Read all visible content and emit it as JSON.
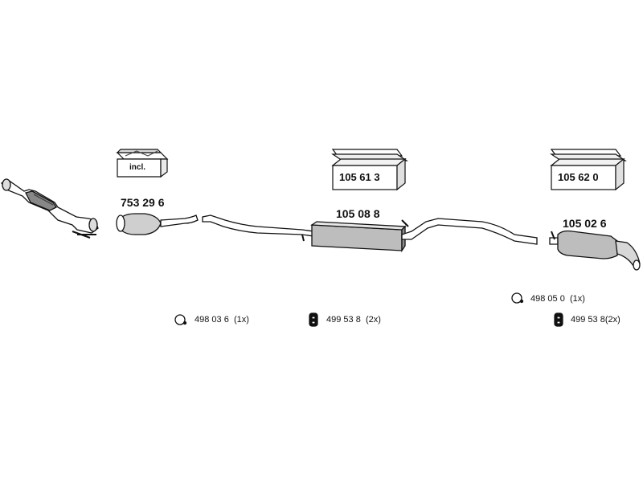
{
  "parts": {
    "catalytic_converter": "753 29 6",
    "middle_silencer": "105 08 8",
    "rear_silencer": "105 02 6"
  },
  "kits": {
    "cat_kit_label": "incl.",
    "middle_kit": "105 61 3",
    "rear_kit": "105 62 0"
  },
  "fittings": {
    "ring_front": {
      "code": "498 03 6",
      "qty": "(1x)"
    },
    "hanger_middle": {
      "code": "499 53 8",
      "qty": "(2x)"
    },
    "ring_rear": {
      "code": "498 05 0",
      "qty": "(1x)"
    },
    "hanger_rear": {
      "code": "499 53 8",
      "qty": "(2x)"
    }
  }
}
